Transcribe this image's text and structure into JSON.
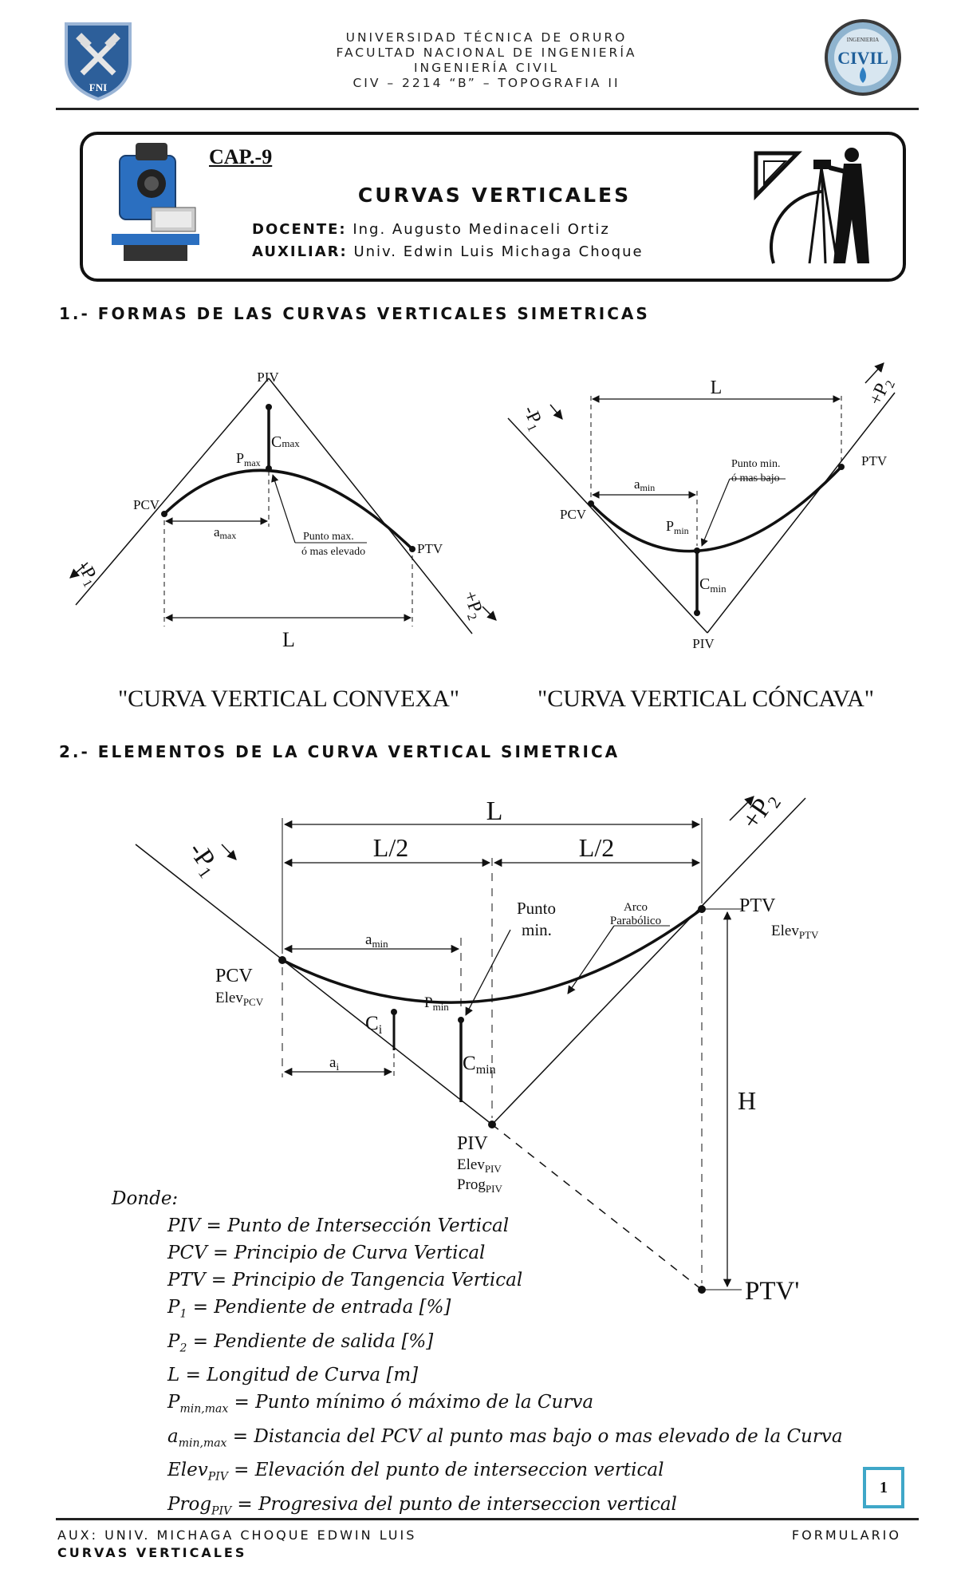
{
  "header": {
    "lines": [
      "UNIVERSIDAD TÉCNICA DE ORURO",
      "FACULTAD  NACIONAL DE INGENIERÍA",
      "INGENIERÍA CIVIL",
      "CIV – 2214 “B” – TOPOGRAFIA II"
    ],
    "left_logo_text": "FNI",
    "right_logo_text": "CIVIL",
    "right_logo_small": "INGENIERIA"
  },
  "title_box": {
    "chapter": "CAP.-9",
    "title": "CURVAS VERTICALES",
    "docente_label": "DOCENTE:",
    "docente_name": "Ing. Augusto Medinaceli Ortiz",
    "auxiliar_label": "AUXILIAR:",
    "auxiliar_name": "Univ. Edwin Luis Michaga Choque"
  },
  "section1": {
    "heading": "1.- FORMAS DE LAS CURVAS VERTICALES SIMETRICAS",
    "convex": {
      "caption": "\"CURVA VERTICAL CONVEXA\"",
      "piv": "PIV",
      "cmax": "C",
      "cmax_sub": "max",
      "pmax": "P",
      "pmax_sub": "max",
      "pcv": "PCV",
      "ptv": "PTV",
      "amax": "a",
      "amax_sub": "max",
      "punto_max_1": "Punto max.",
      "punto_max_2": "ó mas elevado",
      "p1": "-P",
      "p1_sub": "1",
      "p2": "+P",
      "p2_sub": "2",
      "L": "L"
    },
    "concave": {
      "caption": "\"CURVA VERTICAL CÓNCAVA\"",
      "L": "L",
      "p1": "-P",
      "p1_sub": "1",
      "p2": "+P",
      "p2_sub": "2",
      "amin": "a",
      "amin_sub": "min",
      "punto_min_1": "Punto min.",
      "punto_min_2": "ó mas bajo",
      "pcv": "PCV",
      "ptv": "PTV",
      "pmin": "P",
      "pmin_sub": "min",
      "cmin": "C",
      "cmin_sub": "min",
      "piv": "PIV"
    }
  },
  "section2": {
    "heading": "2.- ELEMENTOS DE LA CURVA VERTICAL SIMETRICA",
    "diagram": {
      "L": "L",
      "L_half_1": "L/2",
      "L_half_2": "L/2",
      "p1": "-P",
      "p1_sub": "1",
      "p2": "+P",
      "p2_sub": "2",
      "punto_1": "Punto",
      "punto_2": "min.",
      "arco_1": "Arco",
      "arco_2": "Parabólico",
      "ptv": "PTV",
      "elev_ptv": "Elev",
      "elev_ptv_sub": "PTV",
      "pcv": "PCV",
      "elev_pcv": "Elev",
      "elev_pcv_sub": "PCV",
      "amin": "a",
      "amin_sub": "min",
      "ci": "C",
      "ci_sub": "i",
      "pmin": "P",
      "pmin_sub": "min",
      "ai": "a",
      "ai_sub": "i",
      "cmin": "C",
      "cmin_sub": "min",
      "H": "H",
      "piv": "PIV",
      "elev_piv": "Elev",
      "elev_piv_sub": "PIV",
      "prog_piv": "Prog",
      "prog_piv_sub": "PIV",
      "ptv_prime": "PTV'"
    }
  },
  "definitions": {
    "intro": "Donde:",
    "items": [
      {
        "sym": "PIV",
        "sub": "",
        "text": " = Punto de Intersección Vertical"
      },
      {
        "sym": "PCV",
        "sub": "",
        "text": " = Principio de Curva Vertical"
      },
      {
        "sym": "PTV",
        "sub": "",
        "text": " = Principio de Tangencia Vertical"
      },
      {
        "sym": "P",
        "sub": "1",
        "text": " = Pendiente de entrada  [%]"
      },
      {
        "sym": "P",
        "sub": "2",
        "text": " = Pendiente de salida  [%]"
      },
      {
        "sym": "L",
        "sub": "",
        "text": " = Longitud de Curva  [m]"
      },
      {
        "sym": "P",
        "sub": "min,max",
        "text": " = Punto mínimo ó máximo de la Curva"
      },
      {
        "sym": "a",
        "sub": "min,max",
        "text": " = Distancia del PCV al punto mas bajo o mas elevado de la Curva"
      },
      {
        "sym": "Elev",
        "sub": "PIV",
        "text": " = Elevación del punto de interseccion vertical"
      },
      {
        "sym": "Prog",
        "sub": "PIV",
        "text": " = Progresiva del punto de interseccion vertical"
      }
    ]
  },
  "page_number": "1",
  "footer": {
    "left_1": "AUX: UNIV. MICHAGA CHOQUE EDWIN LUIS",
    "left_2": "CURVAS VERTICALES",
    "right": "FORMULARIO"
  }
}
